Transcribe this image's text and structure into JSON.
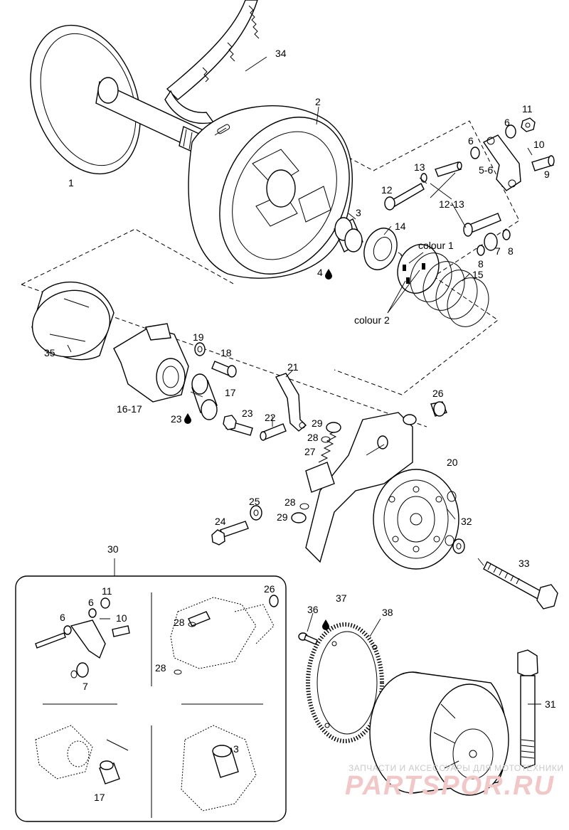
{
  "callouts": {
    "c1": "1",
    "c2": "2",
    "c3": "3",
    "c4": "4",
    "c5_6": "5-6",
    "c6a": "6",
    "c6b": "6",
    "c7": "7",
    "c8a": "8",
    "c8b": "8",
    "c9": "9",
    "c10": "10",
    "c11": "11",
    "c12": "12",
    "c12_13": "12-13",
    "c13": "13",
    "c14": "14",
    "c15": "15",
    "c16_17": "16-17",
    "c17": "17",
    "c18": "18",
    "c19": "19",
    "c20": "20",
    "c21": "21",
    "c22": "22",
    "c23a": "23",
    "c23b": "23",
    "c24": "24",
    "c25": "25",
    "c26": "26",
    "c27": "27",
    "c28a": "28",
    "c28b": "28",
    "c29a": "29",
    "c29b": "29",
    "c30": "30",
    "c31": "31",
    "c32": "32",
    "c33": "33",
    "c34": "34",
    "c35": "35",
    "c36": "36",
    "c37": "37",
    "c38": "38",
    "colour1": "colour 1",
    "colour2": "colour 2"
  },
  "inset": {
    "q1": {
      "c11": "11",
      "c6a": "6",
      "c6b": "6",
      "c10": "10",
      "c7": "7"
    },
    "q2": {
      "c26": "26",
      "c28a": "28",
      "c28b": "28"
    },
    "q3": {
      "c17": "17"
    },
    "q4": {
      "c3": "3"
    }
  },
  "icons": {
    "lubricant": "oil-drop-icon"
  },
  "watermark": {
    "tagline": "ЗАПЧАСТИ И АКСЕССУАРЫ ДЛЯ МОТОТЕХНИКИ",
    "brand": "PARTSPOR.RU"
  },
  "colors": {
    "line": "#000000",
    "background": "#ffffff",
    "watermark_brand": "#f2c7c7",
    "watermark_tagline": "#c9c9c9"
  }
}
